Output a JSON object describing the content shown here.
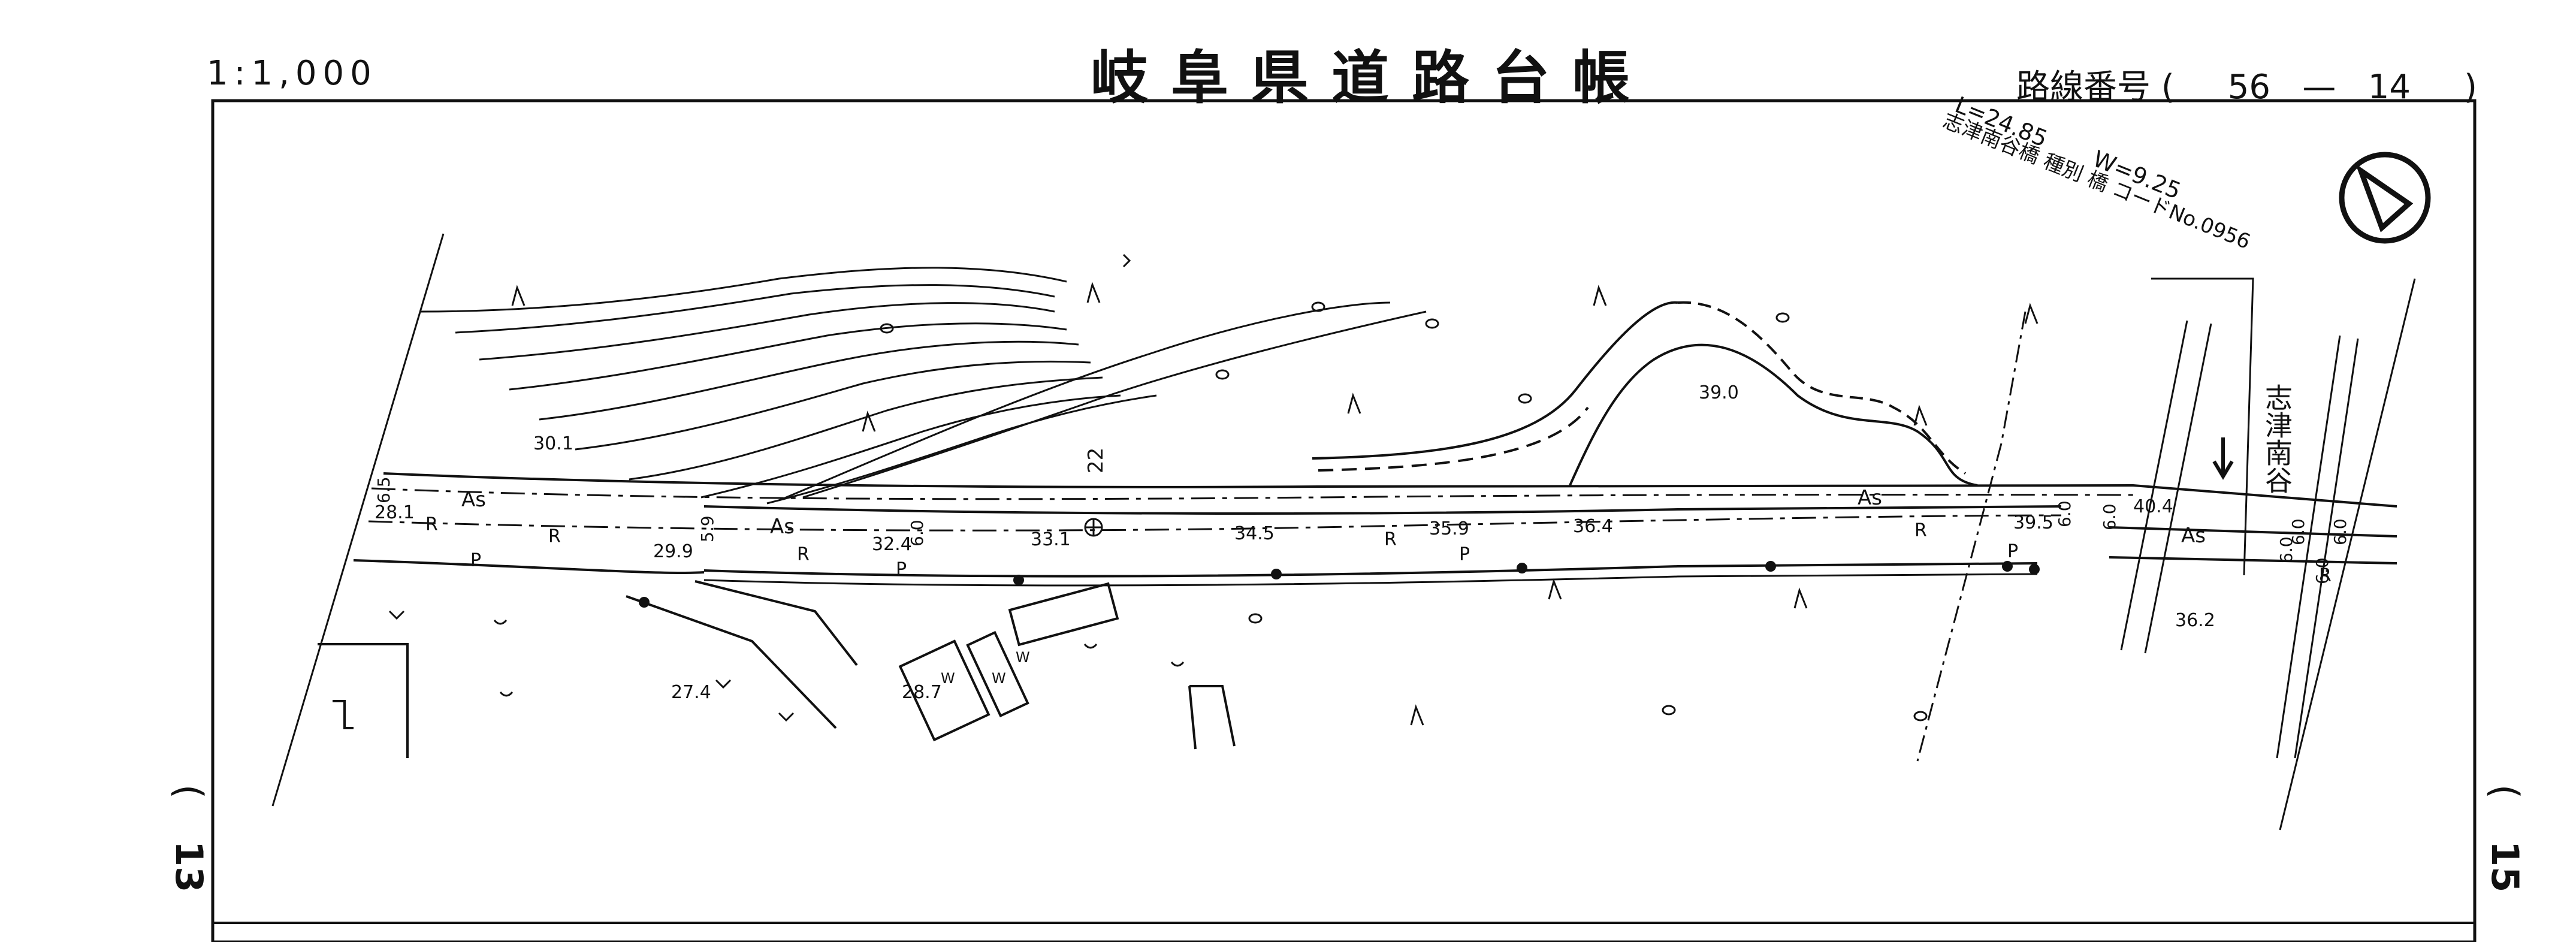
{
  "header": {
    "scale": "1:1,000",
    "title": "岐阜県道路台帳",
    "route_label": "路線番号",
    "route_number": "56",
    "route_sub": "14"
  },
  "sheets": {
    "left": "13",
    "right": "15"
  },
  "bridge": {
    "length": "L=24.85",
    "width": "W=9.25",
    "info": "志津南谷橋 種別 橋 コードNo.0956"
  },
  "place_name": "志津南谷",
  "road_labels": {
    "surface": "As",
    "road": "R",
    "pedestrian": "P",
    "station": "22"
  },
  "elevations": [
    "30.1",
    "28.1",
    "29.9",
    "32.4",
    "33.1",
    "34.5",
    "35.9",
    "36.4",
    "39.5",
    "40.4",
    "39.0",
    "36.2",
    "27.4",
    "28.7"
  ],
  "widths": [
    "6.5",
    "6.0",
    "5.9",
    "6.0",
    "6.0",
    "6.0",
    "6.0",
    "6.0",
    "6.0"
  ],
  "symbols": {
    "wasteland": "W",
    "compass": "north-arrow"
  }
}
